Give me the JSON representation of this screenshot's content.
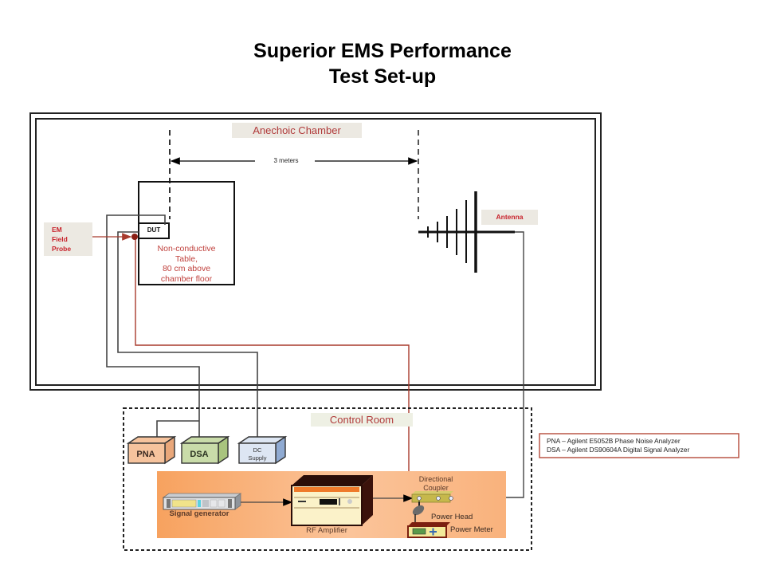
{
  "title": {
    "line1": "Superior EMS Performance",
    "line2": "Test Set-up"
  },
  "chamber": {
    "label": "Anechoic Chamber",
    "distance_label": "3 meters"
  },
  "table": {
    "dut_label": "DUT",
    "description": [
      "Non-conductive",
      "Table,",
      "80 cm above",
      "chamber floor"
    ]
  },
  "probe": {
    "label": [
      "EM",
      "Field",
      "Probe"
    ]
  },
  "antenna": {
    "label": "Antenna"
  },
  "control_room": {
    "label": "Control Room",
    "instruments": [
      {
        "name": "PNA",
        "color": "#f6c39d",
        "side": "#e9a77a"
      },
      {
        "name": "DSA",
        "color": "#c9dca9",
        "side": "#a9c47e"
      },
      {
        "name": "DC Supply",
        "line1": "DC",
        "line2": "Supply",
        "color": "#dde6f3",
        "side": "#8faad2"
      }
    ],
    "equipment": {
      "signal_generator": "Signal generator",
      "rf_amplifier": "RF Amplifier",
      "directional_coupler": [
        "Directional",
        "Coupler"
      ],
      "power_head": "Power Head",
      "power_meter": "Power Meter"
    }
  },
  "legend": {
    "lines": [
      "PNA – Agilent  E5052B Phase Noise Analyzer",
      "DSA – Agilent  DS90604A Digital Signal Analyzer"
    ]
  },
  "colors": {
    "cable_red": "#a83a2c",
    "label_red": "#c8232c",
    "orange_band": "#f7a25f"
  }
}
